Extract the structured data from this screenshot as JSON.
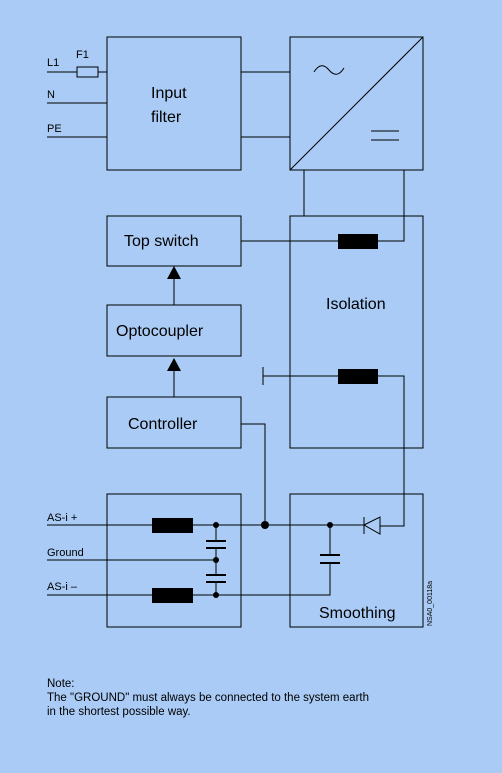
{
  "input_labels": {
    "l1": "L1",
    "f1": "F1",
    "n": "N",
    "pe": "PE"
  },
  "blocks": {
    "input_filter_line1": "Input",
    "input_filter_line2": "filter",
    "top_switch": "Top switch",
    "optocoupler": "Optocoupler",
    "controller": "Controller",
    "isolation": "Isolation",
    "smoothing": "Smoothing"
  },
  "output_labels": {
    "asi_plus": "AS-i +",
    "ground": "Ground",
    "asi_minus": "AS-i –"
  },
  "figure_code": "NSA0_00118a",
  "note": {
    "title": "Note:",
    "line1": "The \"GROUND\" must always be connected to the system earth",
    "line2": "in the shortest possible way."
  },
  "colors": {
    "background": "#a9cbf5",
    "line": "#000000",
    "component_fill": "#000000"
  }
}
